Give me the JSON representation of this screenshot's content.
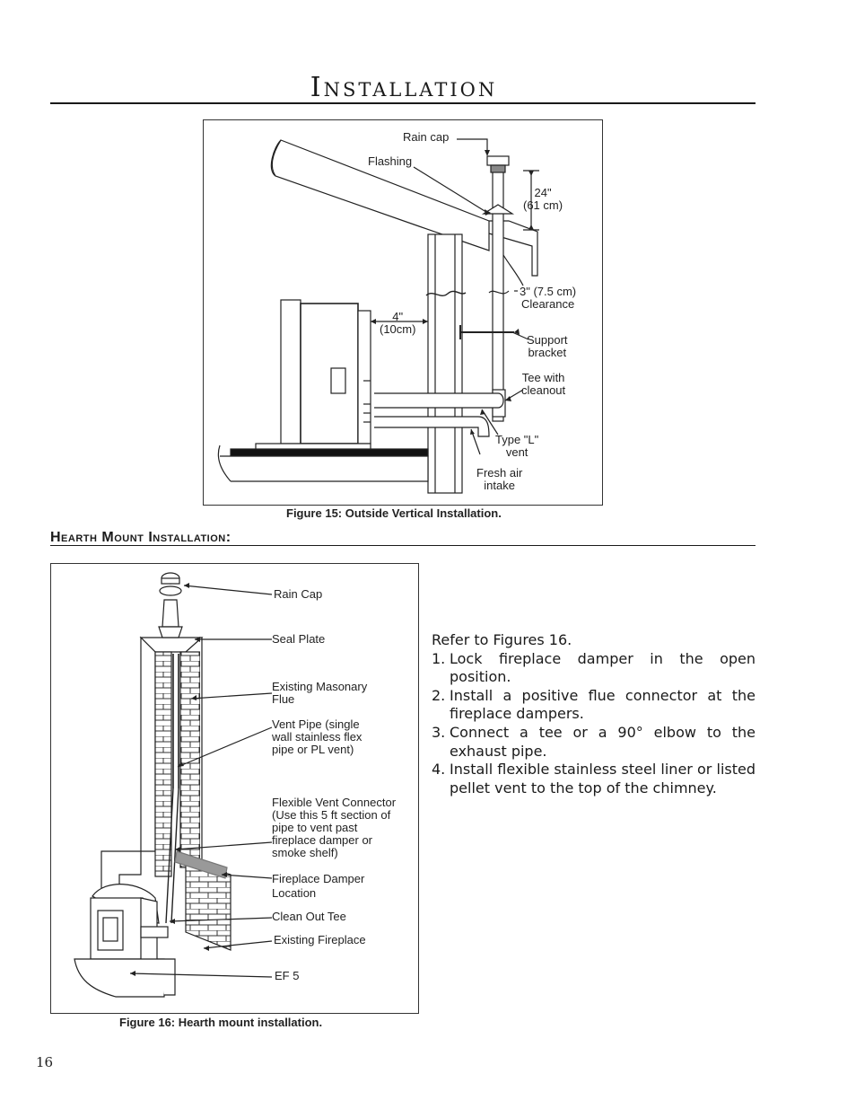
{
  "page": {
    "title": "Installation",
    "page_number": "16"
  },
  "figure15": {
    "caption": "Figure 15: Outside Vertical Installation.",
    "labels": {
      "rain_cap": "Rain cap",
      "flashing": "Flashing",
      "height": "24\"\n(61 cm)",
      "clearance_wall": "4\"\n(10cm)",
      "clearance_roof": "3\" (7.5 cm)\nClearance",
      "support_bracket": "Support\nbracket",
      "tee": "Tee with\ncleanout",
      "type_l": "Type \"L\"\nvent",
      "fresh_air": "Fresh air\nintake"
    }
  },
  "section": {
    "heading": "Hearth Mount Installation:"
  },
  "figure16": {
    "caption": "Figure 16: Hearth mount installation.",
    "labels": {
      "rain_cap": "Rain Cap",
      "seal_plate": "Seal Plate",
      "masonry_flue": "Existing Masonary\nFlue",
      "vent_pipe": "Vent Pipe (single\nwall stainless flex\npipe or PL vent)",
      "flex_connector": "Flexible Vent Connector\n(Use this 5 ft section of\npipe to vent past\nfireplace damper or\nsmoke shelf)",
      "damper": "Fireplace Damper\nLocation",
      "clean_out": "Clean Out Tee",
      "fireplace": "Existing Fireplace",
      "ef5": "EF 5"
    }
  },
  "instructions": {
    "intro": "Refer to Figures 16.",
    "steps": [
      {
        "num": "1.",
        "text": "Lock fireplace damper in the open position."
      },
      {
        "num": "2.",
        "text": "Install a positive flue connector at the fireplace dampers."
      },
      {
        "num": "3.",
        "text": "Connect a tee or a 90° elbow to the exhaust pipe."
      },
      {
        "num": "4.",
        "text": "Install flexible stainless steel liner or listed pellet vent to the top of the chimney."
      }
    ]
  }
}
